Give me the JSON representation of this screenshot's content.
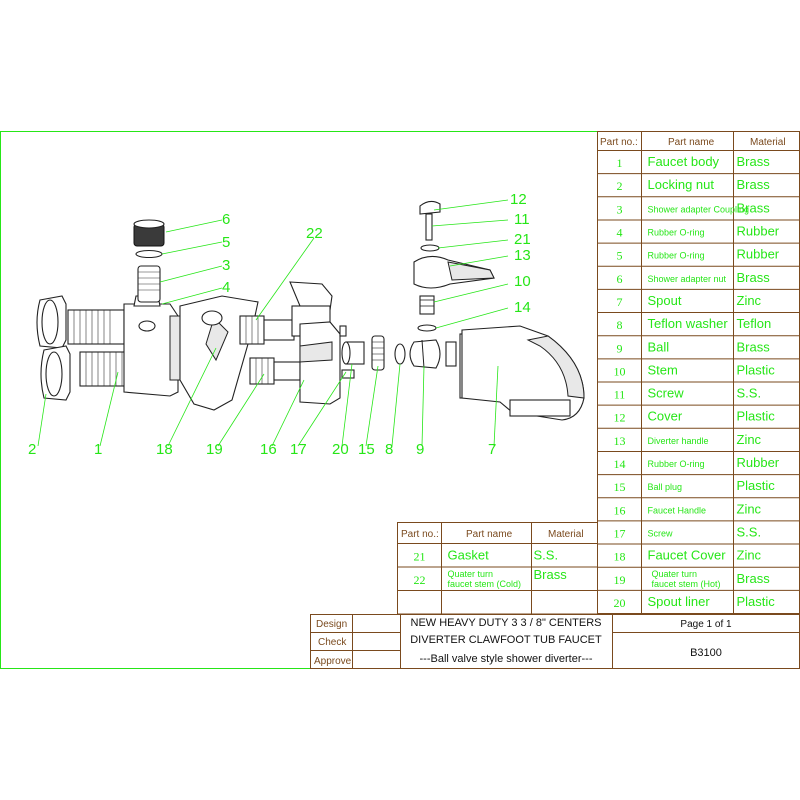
{
  "main_table": {
    "headers": {
      "part_no": "Part no.:",
      "part_name": "Part name",
      "material": "Material"
    },
    "rows": [
      {
        "no": "1",
        "name": "Faucet body",
        "material": "Brass"
      },
      {
        "no": "2",
        "name": "Locking nut",
        "material": "Brass"
      },
      {
        "no": "3",
        "name": "Shower adapter Coupling",
        "material": "Brass"
      },
      {
        "no": "4",
        "name": "Rubber O-ring",
        "material": "Rubber"
      },
      {
        "no": "5",
        "name": "Rubber O-ring",
        "material": "Rubber"
      },
      {
        "no": "6",
        "name": "Shower adapter nut",
        "material": "Brass"
      },
      {
        "no": "7",
        "name": "Spout",
        "material": "Zinc"
      },
      {
        "no": "8",
        "name": "Teflon washer",
        "material": "Teflon"
      },
      {
        "no": "9",
        "name": "Ball",
        "material": "Brass"
      },
      {
        "no": "10",
        "name": "Stem",
        "material": "Plastic"
      },
      {
        "no": "11",
        "name": "Screw",
        "material": "S.S."
      },
      {
        "no": "12",
        "name": "Cover",
        "material": "Plastic"
      },
      {
        "no": "13",
        "name": "Diverter handle",
        "material": "Zinc"
      },
      {
        "no": "14",
        "name": "Rubber O-ring",
        "material": "Rubber"
      },
      {
        "no": "15",
        "name": "Ball plug",
        "material": "Plastic"
      },
      {
        "no": "16",
        "name": "Faucet Handle",
        "material": "Zinc"
      },
      {
        "no": "17",
        "name": "Screw",
        "material": "S.S."
      },
      {
        "no": "18",
        "name": "Faucet Cover",
        "material": "Zinc"
      },
      {
        "no": "19",
        "name": "Quater turn faucet stem (Hot)",
        "material": "Brass"
      },
      {
        "no": "20",
        "name": "Spout liner",
        "material": "Plastic"
      }
    ]
  },
  "second_table": {
    "headers": {
      "part_no": "Part no.:",
      "part_name": "Part name",
      "material": "Material"
    },
    "rows": [
      {
        "no": "21",
        "name": "Gasket",
        "material": "S.S."
      },
      {
        "no": "22",
        "name": "Quater turn faucet stem (Cold)",
        "material": "Brass"
      }
    ]
  },
  "title_block": {
    "design_label": "Design",
    "check_label": "Check",
    "approve_label": "Approve",
    "title_line1": "NEW HEAVY DUTY 3 3 / 8\" CENTERS",
    "title_line2": "DIVERTER CLAWFOOT TUB FAUCET",
    "title_line3": "---Ball valve style shower diverter---",
    "page": "Page 1 of 1",
    "model": "B3100"
  },
  "callouts": [
    "1",
    "2",
    "3",
    "4",
    "5",
    "6",
    "7",
    "8",
    "9",
    "10",
    "11",
    "12",
    "13",
    "14",
    "15",
    "16",
    "17",
    "18",
    "19",
    "20",
    "21",
    "22"
  ],
  "colors": {
    "accent": "#26e617",
    "grid": "#7a4a1e",
    "border": "#26e617"
  }
}
